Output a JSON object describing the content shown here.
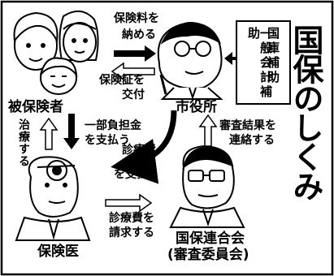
{
  "title": "国保のしくみ",
  "nodes": {
    "insured": "被保険者",
    "city": "市役所",
    "doctor": "保険医",
    "federation_line1": "国保連合会",
    "federation_line2": "(審査委員会)"
  },
  "subsidy": {
    "col1": "国庫補助",
    "col2": "一般会計補助"
  },
  "flows": {
    "premium_line1": "保険料を",
    "premium_line2": "納める",
    "card_line1": "保険証を",
    "card_line2": "交付",
    "copay_line1": "一部負担金",
    "copay_line2": "を支払う",
    "treat": "治療する",
    "fee_pay_line1": "診療費",
    "fee_pay_line2": "を支払う",
    "fee_claim_line1": "診療費を",
    "fee_claim_line2": "請求する",
    "review_line1": "審査結果を",
    "review_line2": "連絡する"
  }
}
